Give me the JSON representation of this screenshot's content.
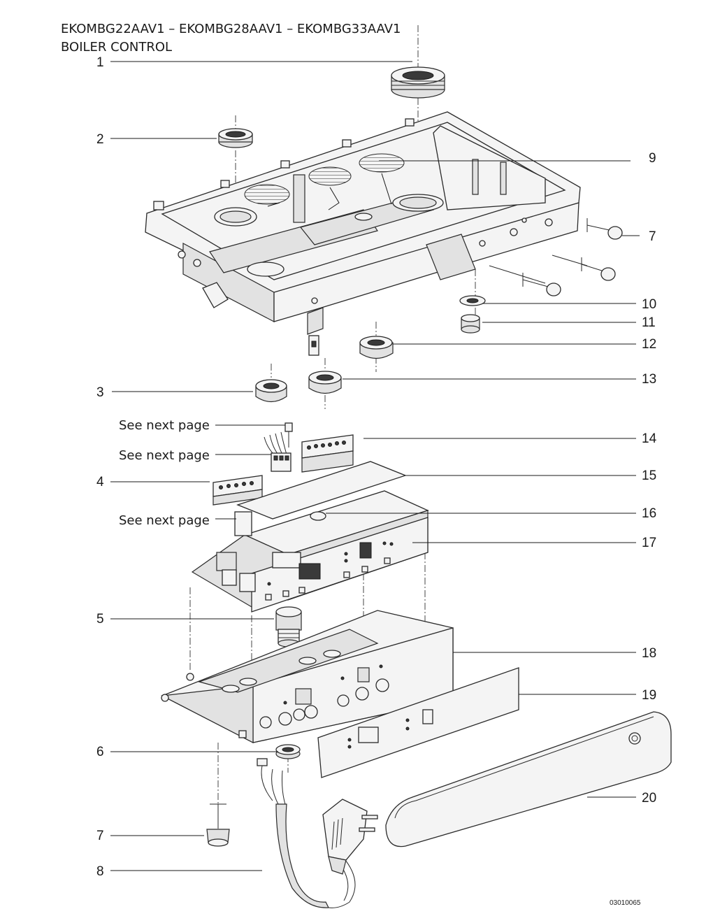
{
  "header": {
    "models": "EKOMBG22AAV1 – EKOMBG28AAV1 – EKOMBG33AAV1",
    "section": "BOILER CONTROL"
  },
  "callouts": {
    "c1": "1",
    "c2": "2",
    "c3": "3",
    "c4": "4",
    "c5": "5",
    "c6": "6",
    "c7a": "7",
    "c7b": "7",
    "c8": "8",
    "c9": "9",
    "c10": "10",
    "c11": "11",
    "c12": "12",
    "c13": "13",
    "c14": "14",
    "c15": "15",
    "c16": "16",
    "c17": "17",
    "c18": "18",
    "c19": "19",
    "c20": "20"
  },
  "notes": {
    "see_next_1": "See next page",
    "see_next_2": "See next page",
    "see_next_3": "See next page"
  },
  "drawing_code": "03010065"
}
